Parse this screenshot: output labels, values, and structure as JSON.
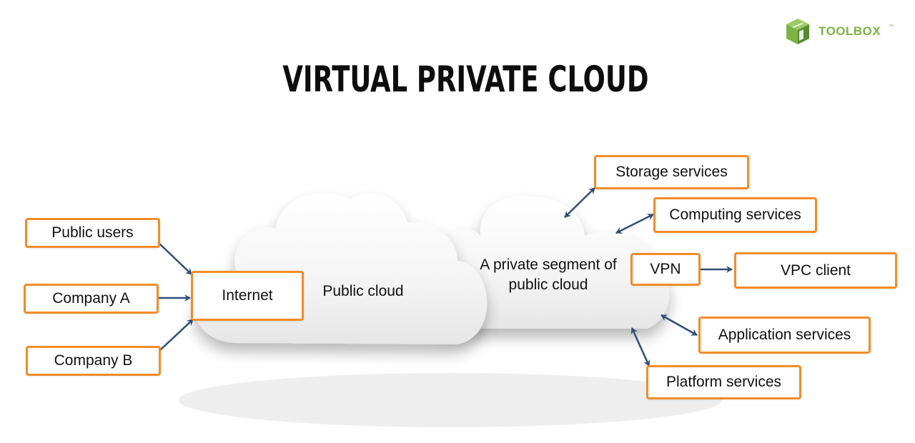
{
  "title": "VIRTUAL PRIVATE CLOUD",
  "logo": {
    "text": "TOOLBOX",
    "trademark": "™",
    "icon": "cube-icon",
    "color": "#7cb342"
  },
  "colors": {
    "box_border": "#f28c28",
    "arrow": "#2f4f7a"
  },
  "nodes": {
    "public_users": "Public users",
    "company_a": "Company A",
    "company_b": "Company B",
    "internet": "Internet",
    "public_cloud": "Public cloud",
    "private_segment": "A private segment of public cloud",
    "storage_services": "Storage services",
    "computing_services": "Computing services",
    "vpn": "VPN",
    "vpc_client": "VPC client",
    "application_services": "Application services",
    "platform_services": "Platform services"
  },
  "edges": [
    {
      "from": "Public users",
      "to": "Internet",
      "direction": "one-way"
    },
    {
      "from": "Company A",
      "to": "Internet",
      "direction": "one-way"
    },
    {
      "from": "Company B",
      "to": "Internet",
      "direction": "one-way"
    },
    {
      "from": "A private segment of public cloud",
      "to": "Storage services",
      "direction": "two-way"
    },
    {
      "from": "A private segment of public cloud",
      "to": "Computing services",
      "direction": "two-way"
    },
    {
      "from": "VPN",
      "to": "VPC client",
      "direction": "one-way"
    },
    {
      "from": "A private segment of public cloud",
      "to": "Application services",
      "direction": "two-way"
    },
    {
      "from": "A private segment of public cloud",
      "to": "Platform services",
      "direction": "two-way"
    }
  ]
}
